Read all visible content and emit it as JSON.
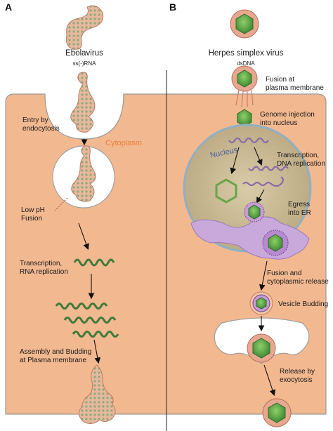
{
  "panels": {
    "left": "A",
    "right": "B"
  },
  "ebola": {
    "name": "Ebolavirus",
    "genome": "ss(-)RNA",
    "region_label": "Cytoplasm",
    "steps": [
      "Entry by\nendocytosis",
      "Low pH\nFusion",
      "Transcription,\nRNA replication",
      "Assembly and Budding\nat Plasma membrane"
    ]
  },
  "herpes": {
    "name": "Herpes simplex virus",
    "genome": "dsDNA",
    "nucleus_label": "Nucleus",
    "steps": [
      "Fusion at\nplasma membrane",
      "Genome injection\ninto nucleus",
      "Transcription,\nDNA replication",
      "Egress\ninto ER",
      "Fusion and\ncytoplasmic release",
      "Vesicle Budding",
      "Release by\nexocytosis"
    ]
  },
  "colors": {
    "cytoplasm": "#f2b88f",
    "cell_border": "#9a9a9a",
    "capsid_green": "#5fa04a",
    "virion_envelope": "#e8a890",
    "rna_green": "#3e7a3a",
    "nucleus_fill": "#c9b995",
    "nuclear_membrane": "#8fb0c4",
    "er_purple": "#c9a8dc",
    "dna_purple": "#8b6aa8"
  },
  "icons": [
    "ebola-virion-icon",
    "herpes-virion-icon",
    "rna-helix-icon",
    "dna-coil-icon",
    "capsid-hexagon-icon"
  ]
}
